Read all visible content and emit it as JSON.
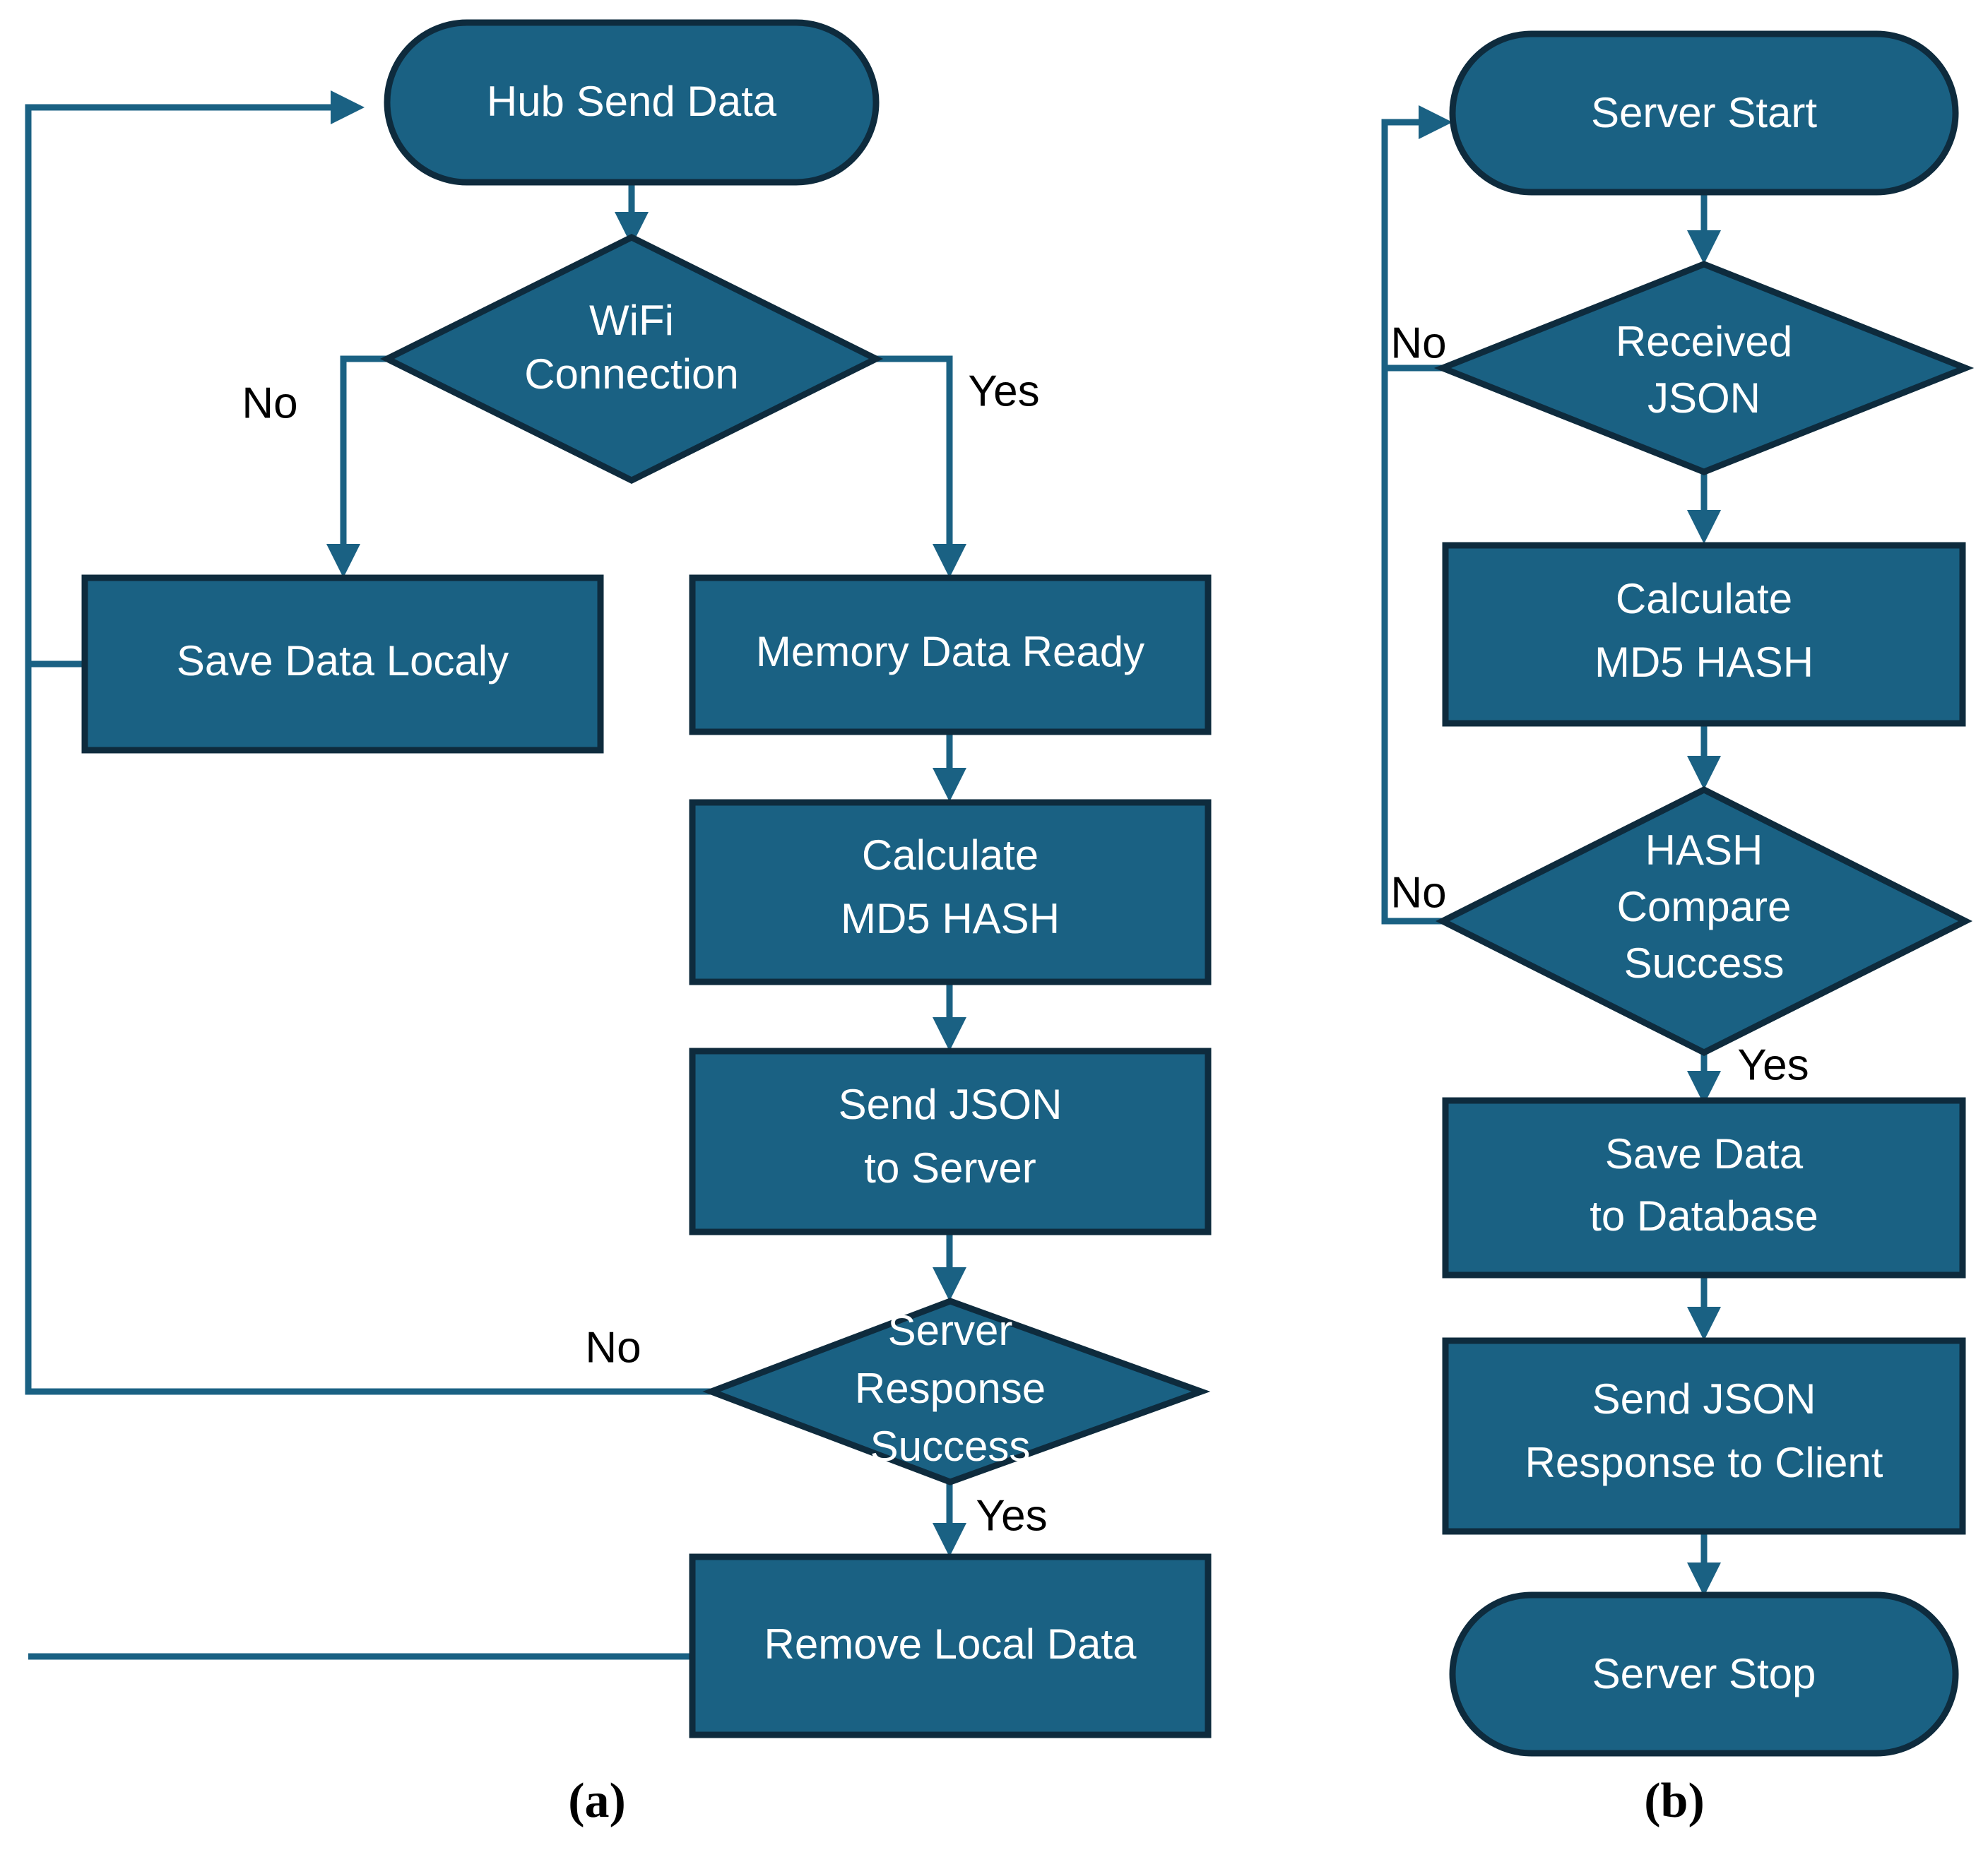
{
  "figure": {
    "type": "flowchart",
    "background_color": "#ffffff",
    "node_fill_color": "#1a6183",
    "node_border_color": "#0e2b3d",
    "node_text_color": "#ffffff",
    "edge_color": "#1a6183",
    "edge_label_color": "#000000",
    "panels": [
      {
        "id": "a",
        "caption": "(a)",
        "title": "Hub data sending flow",
        "nodes": [
          {
            "id": "hub_send_data",
            "shape": "terminator",
            "lines": [
              "Hub Send Data"
            ]
          },
          {
            "id": "wifi_connection",
            "shape": "decision",
            "lines": [
              "WiFi",
              "Connection"
            ]
          },
          {
            "id": "save_data_localy",
            "shape": "process",
            "lines": [
              "Save Data Localy"
            ]
          },
          {
            "id": "memory_data_ready",
            "shape": "process",
            "lines": [
              "Memory Data Ready"
            ]
          },
          {
            "id": "calculate_md5",
            "shape": "process",
            "lines": [
              "Calculate",
              "MD5 HASH"
            ]
          },
          {
            "id": "send_json_server",
            "shape": "process",
            "lines": [
              "Send JSON",
              "to Server"
            ]
          },
          {
            "id": "server_response",
            "shape": "decision",
            "lines": [
              "Server",
              "Response",
              "Success"
            ]
          },
          {
            "id": "remove_local_data",
            "shape": "process",
            "lines": [
              "Remove Local Data"
            ]
          }
        ],
        "edges": [
          {
            "from": "hub_send_data",
            "to": "wifi_connection",
            "label": ""
          },
          {
            "from": "wifi_connection",
            "to": "save_data_localy",
            "label": "No"
          },
          {
            "from": "wifi_connection",
            "to": "memory_data_ready",
            "label": "Yes"
          },
          {
            "from": "memory_data_ready",
            "to": "calculate_md5",
            "label": ""
          },
          {
            "from": "calculate_md5",
            "to": "send_json_server",
            "label": ""
          },
          {
            "from": "send_json_server",
            "to": "server_response",
            "label": ""
          },
          {
            "from": "server_response",
            "to": "remove_local_data",
            "label": "Yes"
          },
          {
            "from": "server_response",
            "to": "hub_send_data",
            "label": "No"
          },
          {
            "from": "save_data_localy",
            "to": "hub_send_data",
            "label": ""
          },
          {
            "from": "remove_local_data",
            "to": "hub_send_data",
            "label": ""
          }
        ]
      },
      {
        "id": "b",
        "caption": "(b)",
        "title": "Server receiving flow",
        "nodes": [
          {
            "id": "server_start",
            "shape": "terminator",
            "lines": [
              "Server Start"
            ]
          },
          {
            "id": "received_json",
            "shape": "decision",
            "lines": [
              "Received",
              "JSON"
            ]
          },
          {
            "id": "calculate_md5_b",
            "shape": "process",
            "lines": [
              "Calculate",
              "MD5 HASH"
            ]
          },
          {
            "id": "hash_compare",
            "shape": "decision",
            "lines": [
              "HASH",
              "Compare",
              "Success"
            ]
          },
          {
            "id": "save_to_database",
            "shape": "process",
            "lines": [
              "Save Data",
              "to Database"
            ]
          },
          {
            "id": "send_json_client",
            "shape": "process",
            "lines": [
              "Send JSON",
              "Response to Client"
            ]
          },
          {
            "id": "server_stop",
            "shape": "terminator",
            "lines": [
              "Server Stop"
            ]
          }
        ],
        "edges": [
          {
            "from": "server_start",
            "to": "received_json",
            "label": ""
          },
          {
            "from": "received_json",
            "to": "calculate_md5_b",
            "label": ""
          },
          {
            "from": "received_json",
            "to": "server_start",
            "label": "No"
          },
          {
            "from": "calculate_md5_b",
            "to": "hash_compare",
            "label": ""
          },
          {
            "from": "hash_compare",
            "to": "save_to_database",
            "label": "Yes"
          },
          {
            "from": "hash_compare",
            "to": "server_start",
            "label": "No"
          },
          {
            "from": "save_to_database",
            "to": "send_json_client",
            "label": ""
          },
          {
            "from": "send_json_client",
            "to": "server_stop",
            "label": ""
          }
        ]
      }
    ],
    "labels": {
      "a_hub_send_data": "Hub Send Data",
      "a_wifi_l1": "WiFi",
      "a_wifi_l2": "Connection",
      "a_no_wifi": "No",
      "a_yes_wifi": "Yes",
      "a_save_data_localy": "Save Data Localy",
      "a_memory_data_ready": "Memory Data Ready",
      "a_calculate_l1": "Calculate",
      "a_calculate_l2": "MD5 HASH",
      "a_sendjson_l1": "Send JSON",
      "a_sendjson_l2": "to Server",
      "a_srv_l1": "Server",
      "a_srv_l2": "Response",
      "a_srv_l3": "Success",
      "a_no_srv": "No",
      "a_yes_srv": "Yes",
      "a_remove_local_data": "Remove Local Data",
      "a_caption": "(a)",
      "b_server_start": "Server Start",
      "b_recv_l1": "Received",
      "b_recv_l2": "JSON",
      "b_no_recv": "No",
      "b_calculate_l1": "Calculate",
      "b_calculate_l2": "MD5 HASH",
      "b_hash_l1": "HASH",
      "b_hash_l2": "Compare",
      "b_hash_l3": "Success",
      "b_no_hash": "No",
      "b_yes_hash": "Yes",
      "b_save_l1": "Save Data",
      "b_save_l2": "to Database",
      "b_sendjson_l1": "Send JSON",
      "b_sendjson_l2": "Response to Client",
      "b_server_stop": "Server Stop",
      "b_caption": "(b)"
    }
  }
}
